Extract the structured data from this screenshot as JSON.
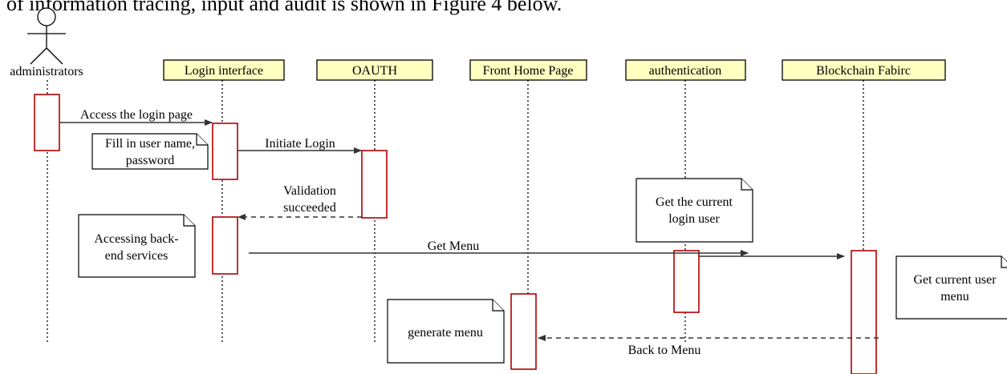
{
  "caption": "of information tracing, input and audit is shown in Figure 4 below.",
  "actor": {
    "label": "administrators"
  },
  "participants": [
    {
      "id": "login",
      "label": "Login interface"
    },
    {
      "id": "oauth",
      "label": "OAUTH"
    },
    {
      "id": "front",
      "label": "Front Home Page"
    },
    {
      "id": "auth",
      "label": "authentication"
    },
    {
      "id": "chain",
      "label": "Blockchain Fabirc"
    }
  ],
  "messages": {
    "access": "Access the login page",
    "initiate": "Initiate Login",
    "validation_line1": "Validation",
    "validation_line2": "succeeded",
    "get_menu": "Get Menu",
    "back_to_menu": "Back to Menu"
  },
  "notes": {
    "fill_line1": "Fill in user name,",
    "fill_line2": "password",
    "accessing_line1": "Accessing back-",
    "accessing_line2": "end services",
    "current_user_line1": "Get the current",
    "current_user_line2": "login user",
    "current_menu_line1": "Get current user",
    "current_menu_line2": "menu",
    "generate": "generate menu"
  }
}
